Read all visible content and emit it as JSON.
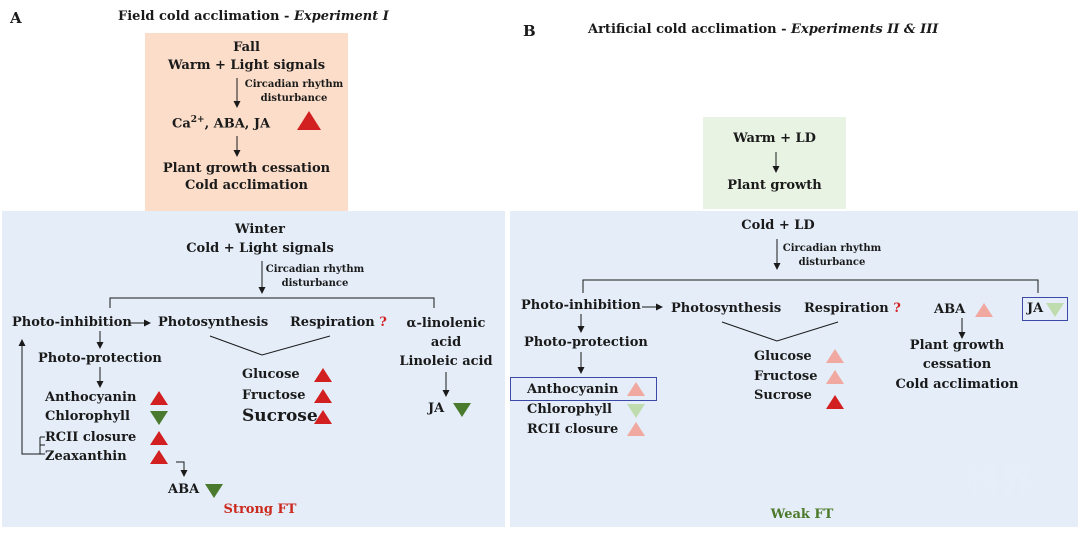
{
  "panel_a": {
    "letter": "A",
    "title_main": "Field cold acclimation - ",
    "title_exp": "Experiment I",
    "fall": {
      "season": "Fall",
      "signals": "Warm + Light signals",
      "circadian_line1": "Circadian rhythm",
      "circadian_line2": "disturbance",
      "signals_out_pre": "Ca",
      "signals_out_sup": "2+",
      "signals_out_post": ", ABA, JA",
      "outcome_line1": "Plant growth cessation",
      "outcome_line2": "Cold acclimation"
    },
    "winter": {
      "season": "Winter",
      "signals": "Cold + Light signals",
      "circadian_line1": "Circadian rhythm",
      "circadian_line2": "disturbance",
      "photo_inhibition": "Photo-inhibition",
      "photosynthesis": "Photosynthesis",
      "respiration": "Respiration",
      "question": "?",
      "linolenic_line1": "α-linolenic",
      "linolenic_line2": "acid",
      "linoleic": "Linoleic acid",
      "ja": "JA",
      "photo_protection": "Photo-protection",
      "anthocyanin": "Anthocyanin",
      "chlorophyll": "Chlorophyll",
      "rcii": "RCII closure",
      "zeaxanthin": "Zeaxanthin",
      "aba": "ABA",
      "glucose": "Glucose",
      "fructose": "Fructose",
      "sucrose": "Sucrose",
      "result": "Strong FT"
    }
  },
  "panel_b": {
    "letter": "B",
    "title_main": "Artificial cold acclimation - ",
    "title_exp": "Experiments II & III",
    "warm": {
      "signals": "Warm + LD",
      "outcome": "Plant growth"
    },
    "cold": {
      "signals": "Cold + LD",
      "circadian_line1": "Circadian rhythm",
      "circadian_line2": "disturbance",
      "photo_inhibition": "Photo-inhibition",
      "photosynthesis": "Photosynthesis",
      "respiration": "Respiration",
      "question": "?",
      "aba": "ABA",
      "ja": "JA",
      "photo_protection": "Photo-protection",
      "anthocyanin": "Anthocyanin",
      "chlorophyll": "Chlorophyll",
      "rcii": "RCII closure",
      "glucose": "Glucose",
      "fructose": "Fructose",
      "sucrose": "Sucrose",
      "outcome_line1": "Plant growth",
      "outcome_line2": "cessation",
      "outcome_line3": "Cold acclimation",
      "result": "Weak FT"
    }
  },
  "watermark": "科界",
  "colors": {
    "up_strong": "#d21f1f",
    "up_weak": "#f0a8a0",
    "down_strong": "#4a7a2e",
    "down_weak": "#bfdcae",
    "fall_bg": "#fbddc9",
    "winter_bg": "#e4edf8",
    "warm_bg": "#e8f3e3",
    "strong_ft": "#cc2a1f",
    "weak_ft": "#4c7a2a",
    "box_border": "#3b4aa8"
  },
  "indicators": {
    "a_signals": "up-strong",
    "a_anthocyanin": "up-strong",
    "a_chlorophyll": "down-strong",
    "a_rcii": "up-strong",
    "a_zeaxanthin": "up-strong",
    "a_aba": "down-strong",
    "a_glucose": "up-strong",
    "a_fructose": "up-strong",
    "a_sucrose": "up-strong",
    "a_ja": "down-strong",
    "b_aba": "up-weak",
    "b_ja": "down-weak",
    "b_anthocyanin": "up-weak",
    "b_chlorophyll": "down-weak",
    "b_rcii": "up-weak",
    "b_glucose": "up-weak",
    "b_fructose": "up-weak",
    "b_sucrose": "up-strong"
  }
}
